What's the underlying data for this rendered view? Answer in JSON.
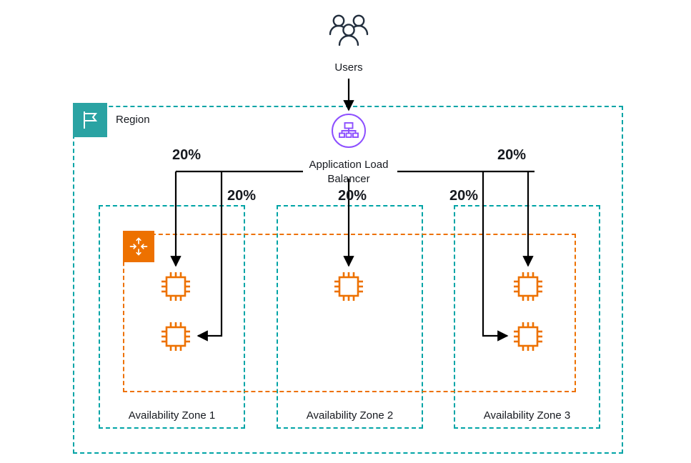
{
  "diagram": {
    "title_nodes": {
      "users": {
        "label": "Users",
        "icon": "users-group-icon",
        "color": "#232f3e"
      },
      "load_balancer": {
        "label": "Application Load Balancer",
        "line1": "Application Load",
        "line2": "Balancer",
        "icon": "application-load-balancer-icon",
        "color": "#8c4fff"
      },
      "region": {
        "label": "Region",
        "icon": "region-flag-icon",
        "color": "#2aa3a3"
      },
      "auto_scaling_group": {
        "label": "",
        "icon": "auto-scaling-group-icon",
        "color": "#ed7100"
      }
    },
    "availability_zones": [
      {
        "label": "Availability Zone 1",
        "instances": 2
      },
      {
        "label": "Availability Zone 2",
        "instances": 1
      },
      {
        "label": "Availability Zone 3",
        "instances": 2
      }
    ],
    "traffic_distribution": [
      {
        "id": "az1-instance-1",
        "value": "20%"
      },
      {
        "id": "az1-instance-2",
        "value": "20%"
      },
      {
        "id": "az2-instance-1",
        "value": "20%"
      },
      {
        "id": "az3-instance-1",
        "value": "20%"
      },
      {
        "id": "az3-instance-2",
        "value": "20%"
      }
    ],
    "instance_icon_name": "ec2-instance-icon",
    "colors": {
      "teal": "#00a4a6",
      "region_tile": "#2aa3a3",
      "orange": "#ed7100",
      "purple": "#8c4fff",
      "ink": "#16191f",
      "navy": "#232f3e"
    }
  }
}
